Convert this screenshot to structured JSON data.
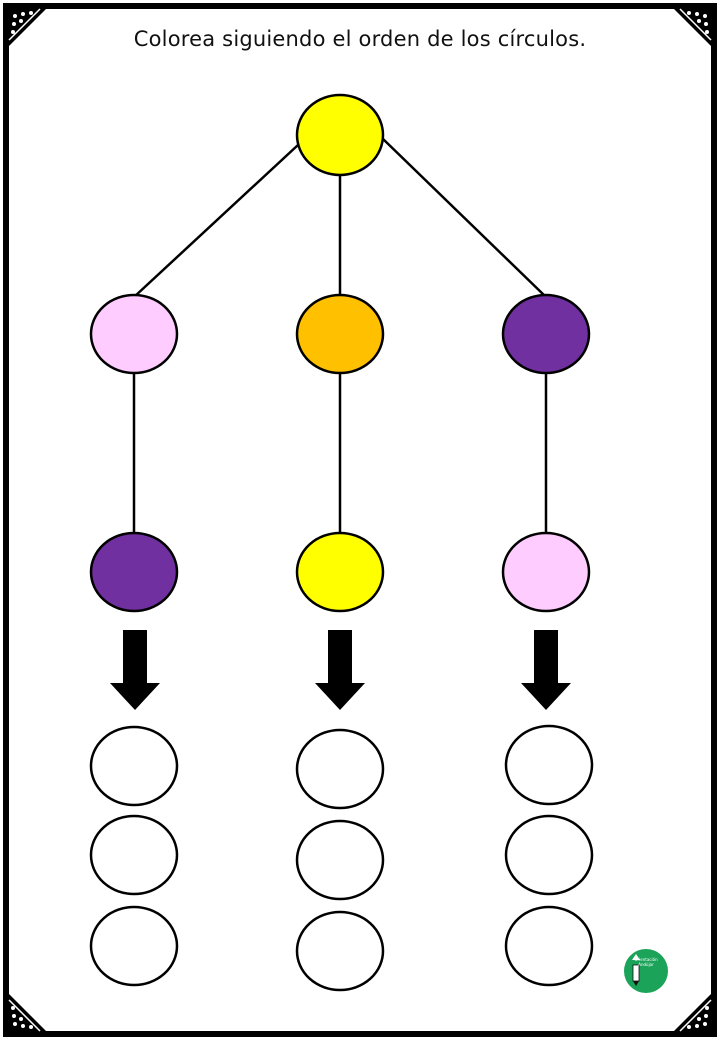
{
  "instruction": "Colorea siguiendo el orden de los círculos.",
  "colors": {
    "frame": "#000000",
    "yellow": "#FFFF00",
    "light_pink": "#FFCCFF",
    "orange": "#FFC000",
    "purple": "#7030A0",
    "empty": "#FFFFFF",
    "logo": "#1BA35A"
  },
  "tree": {
    "root": "yellow",
    "branches": [
      {
        "level1": "light_pink",
        "level2": "purple",
        "blank_circles": 3
      },
      {
        "level1": "orange",
        "level2": "yellow",
        "blank_circles": 3
      },
      {
        "level1": "purple",
        "level2": "light_pink",
        "blank_circles": 3
      }
    ]
  },
  "icons": {
    "corners": "dotted-corner-icon",
    "arrow": "down-arrow-icon",
    "logo": "pencil-logo-icon"
  },
  "logo_text": "Orientación Andújar"
}
